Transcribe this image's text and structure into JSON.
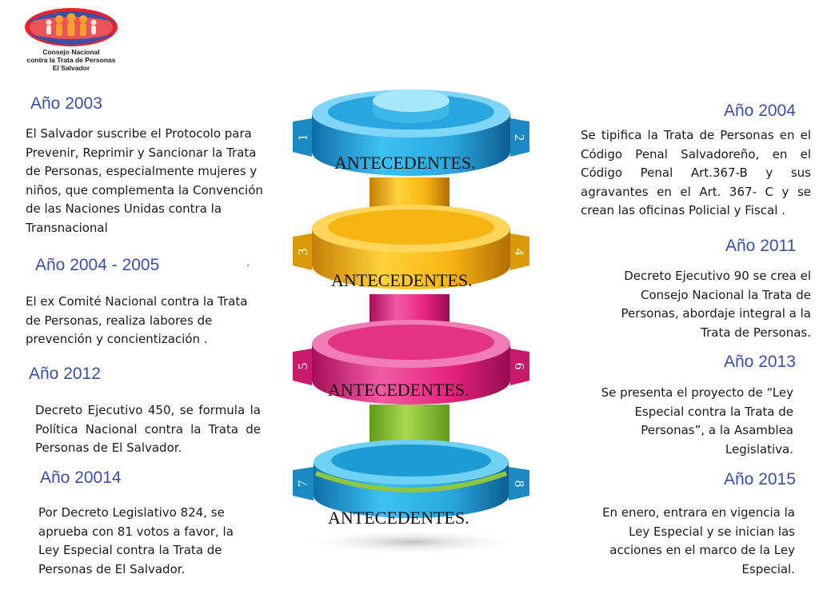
{
  "logo": {
    "lines": [
      "Consejo Nacional",
      "contra la Trata de Personas",
      "El Salvador"
    ],
    "colors": {
      "globe": "#e7242b",
      "figures": "#f5a12e",
      "ring": "#3b4fa6"
    }
  },
  "left": [
    {
      "year": "Año 2003",
      "text": "El Salvador suscribe el Protocolo para Prevenir, Reprimir y Sancionar la Trata de Personas, especialmente mujeres y niños, que complementa la Convención de las Naciones Unidas contra la Transnacional"
    },
    {
      "year": "Año 2004 - 2005",
      "dot": ".",
      "text": "El ex Comité Nacional contra la Trata de Personas, realiza labores de prevención y concientización ."
    },
    {
      "year": "Año 2012",
      "text": "Decreto Ejecutivo 450, se formula la Política Nacional contra la Trata de Personas de El Salvador."
    },
    {
      "year": "Año 20014",
      "text": "Por Decreto Legislativo 824, se aprueba con 81 votos a favor, la Ley Especial contra la Trata de Personas de El Salvador."
    }
  ],
  "right": [
    {
      "year": "Año 2004",
      "text": "Se tipifica la Trata de Personas en el Código Penal Salvadoreño, en el Código Penal Art.367-B y sus agravantes en el Art. 367- C y se crean las oficinas Policial y Fiscal ."
    },
    {
      "year": "Año 2011",
      "text": "Decreto Ejecutivo 90 se crea el Consejo Nacional la Trata de Personas, abordaje integral a la Trata de Personas."
    },
    {
      "year": "Año 2013",
      "text": "Se presenta el proyecto de “Ley Especial contra la Trata de Personas”, a la Asamblea Legislativa."
    },
    {
      "year": "Año 2015",
      "text": "En enero, entrara en vigencia la Ley Especial y se inician las acciones en el marco de la Ley Especial."
    }
  ],
  "tiers": [
    {
      "label": "ANTECEDENTES.",
      "left_num": "1",
      "right_num": "2",
      "color": "#2aa8df"
    },
    {
      "label": "ANTECEDENTES.",
      "left_num": "3",
      "right_num": "4",
      "color": "#f7b514"
    },
    {
      "label": "ANTECEDENTES.",
      "left_num": "5",
      "right_num": "6",
      "color": "#e5237d"
    },
    {
      "label": "ANTECEDENTES.",
      "left_num": "7",
      "right_num": "8",
      "color": "#29b5e8"
    }
  ],
  "connectors": [
    {
      "color": "#f7b514"
    },
    {
      "color": "#e5237d"
    },
    {
      "color": "#8dc63f"
    }
  ]
}
